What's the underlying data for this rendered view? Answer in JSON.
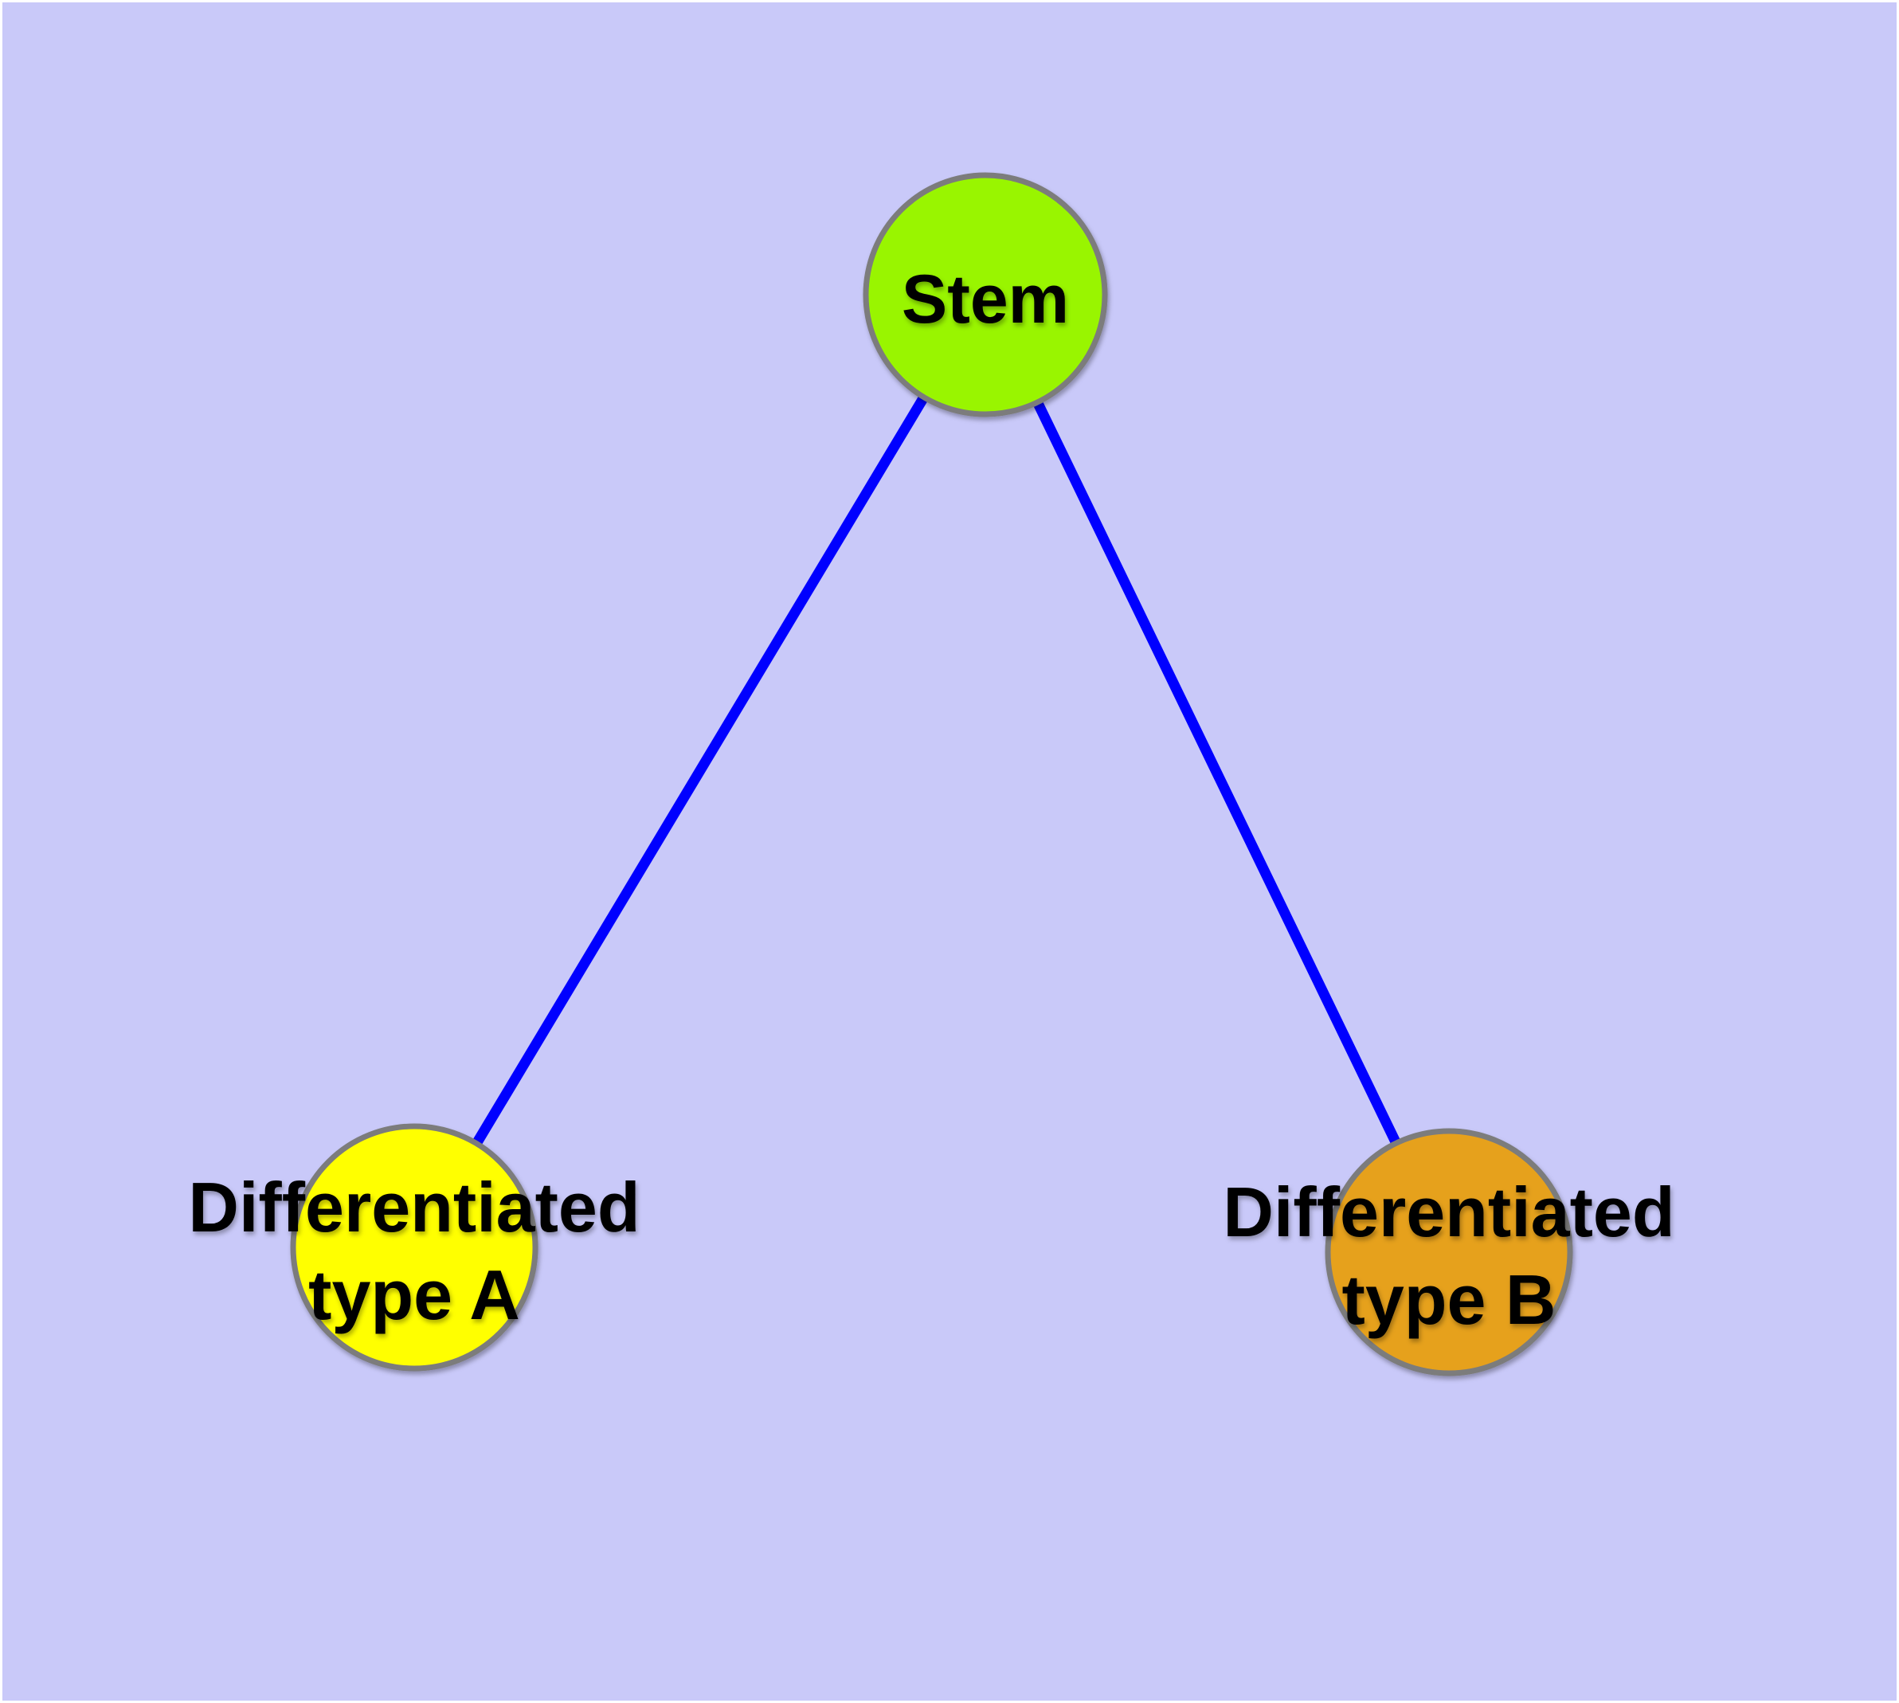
{
  "figure": {
    "type": "graph-diagram",
    "description": "Cell differentiation hierarchy: one stem node connected to two differentiated cell-type nodes",
    "background_color": "#c9c9f9",
    "frame_color": "#ffffff",
    "edge_color": "#0000ff",
    "node_border_color": "#7b7b7b",
    "text_color": "#000000",
    "nodes": [
      {
        "id": "stem",
        "label": "Stem",
        "fill": "#99f500"
      },
      {
        "id": "type-a",
        "label_line1": "Differentiated",
        "label_line2": "type A",
        "fill": "#ffff00"
      },
      {
        "id": "type-b",
        "label_line1": "Differentiated",
        "label_line2": "type B",
        "fill": "#e6a11f"
      }
    ],
    "edges": [
      {
        "from": "Stem",
        "to": "Differentiated type A"
      },
      {
        "from": "Stem",
        "to": "Differentiated type B"
      }
    ]
  }
}
